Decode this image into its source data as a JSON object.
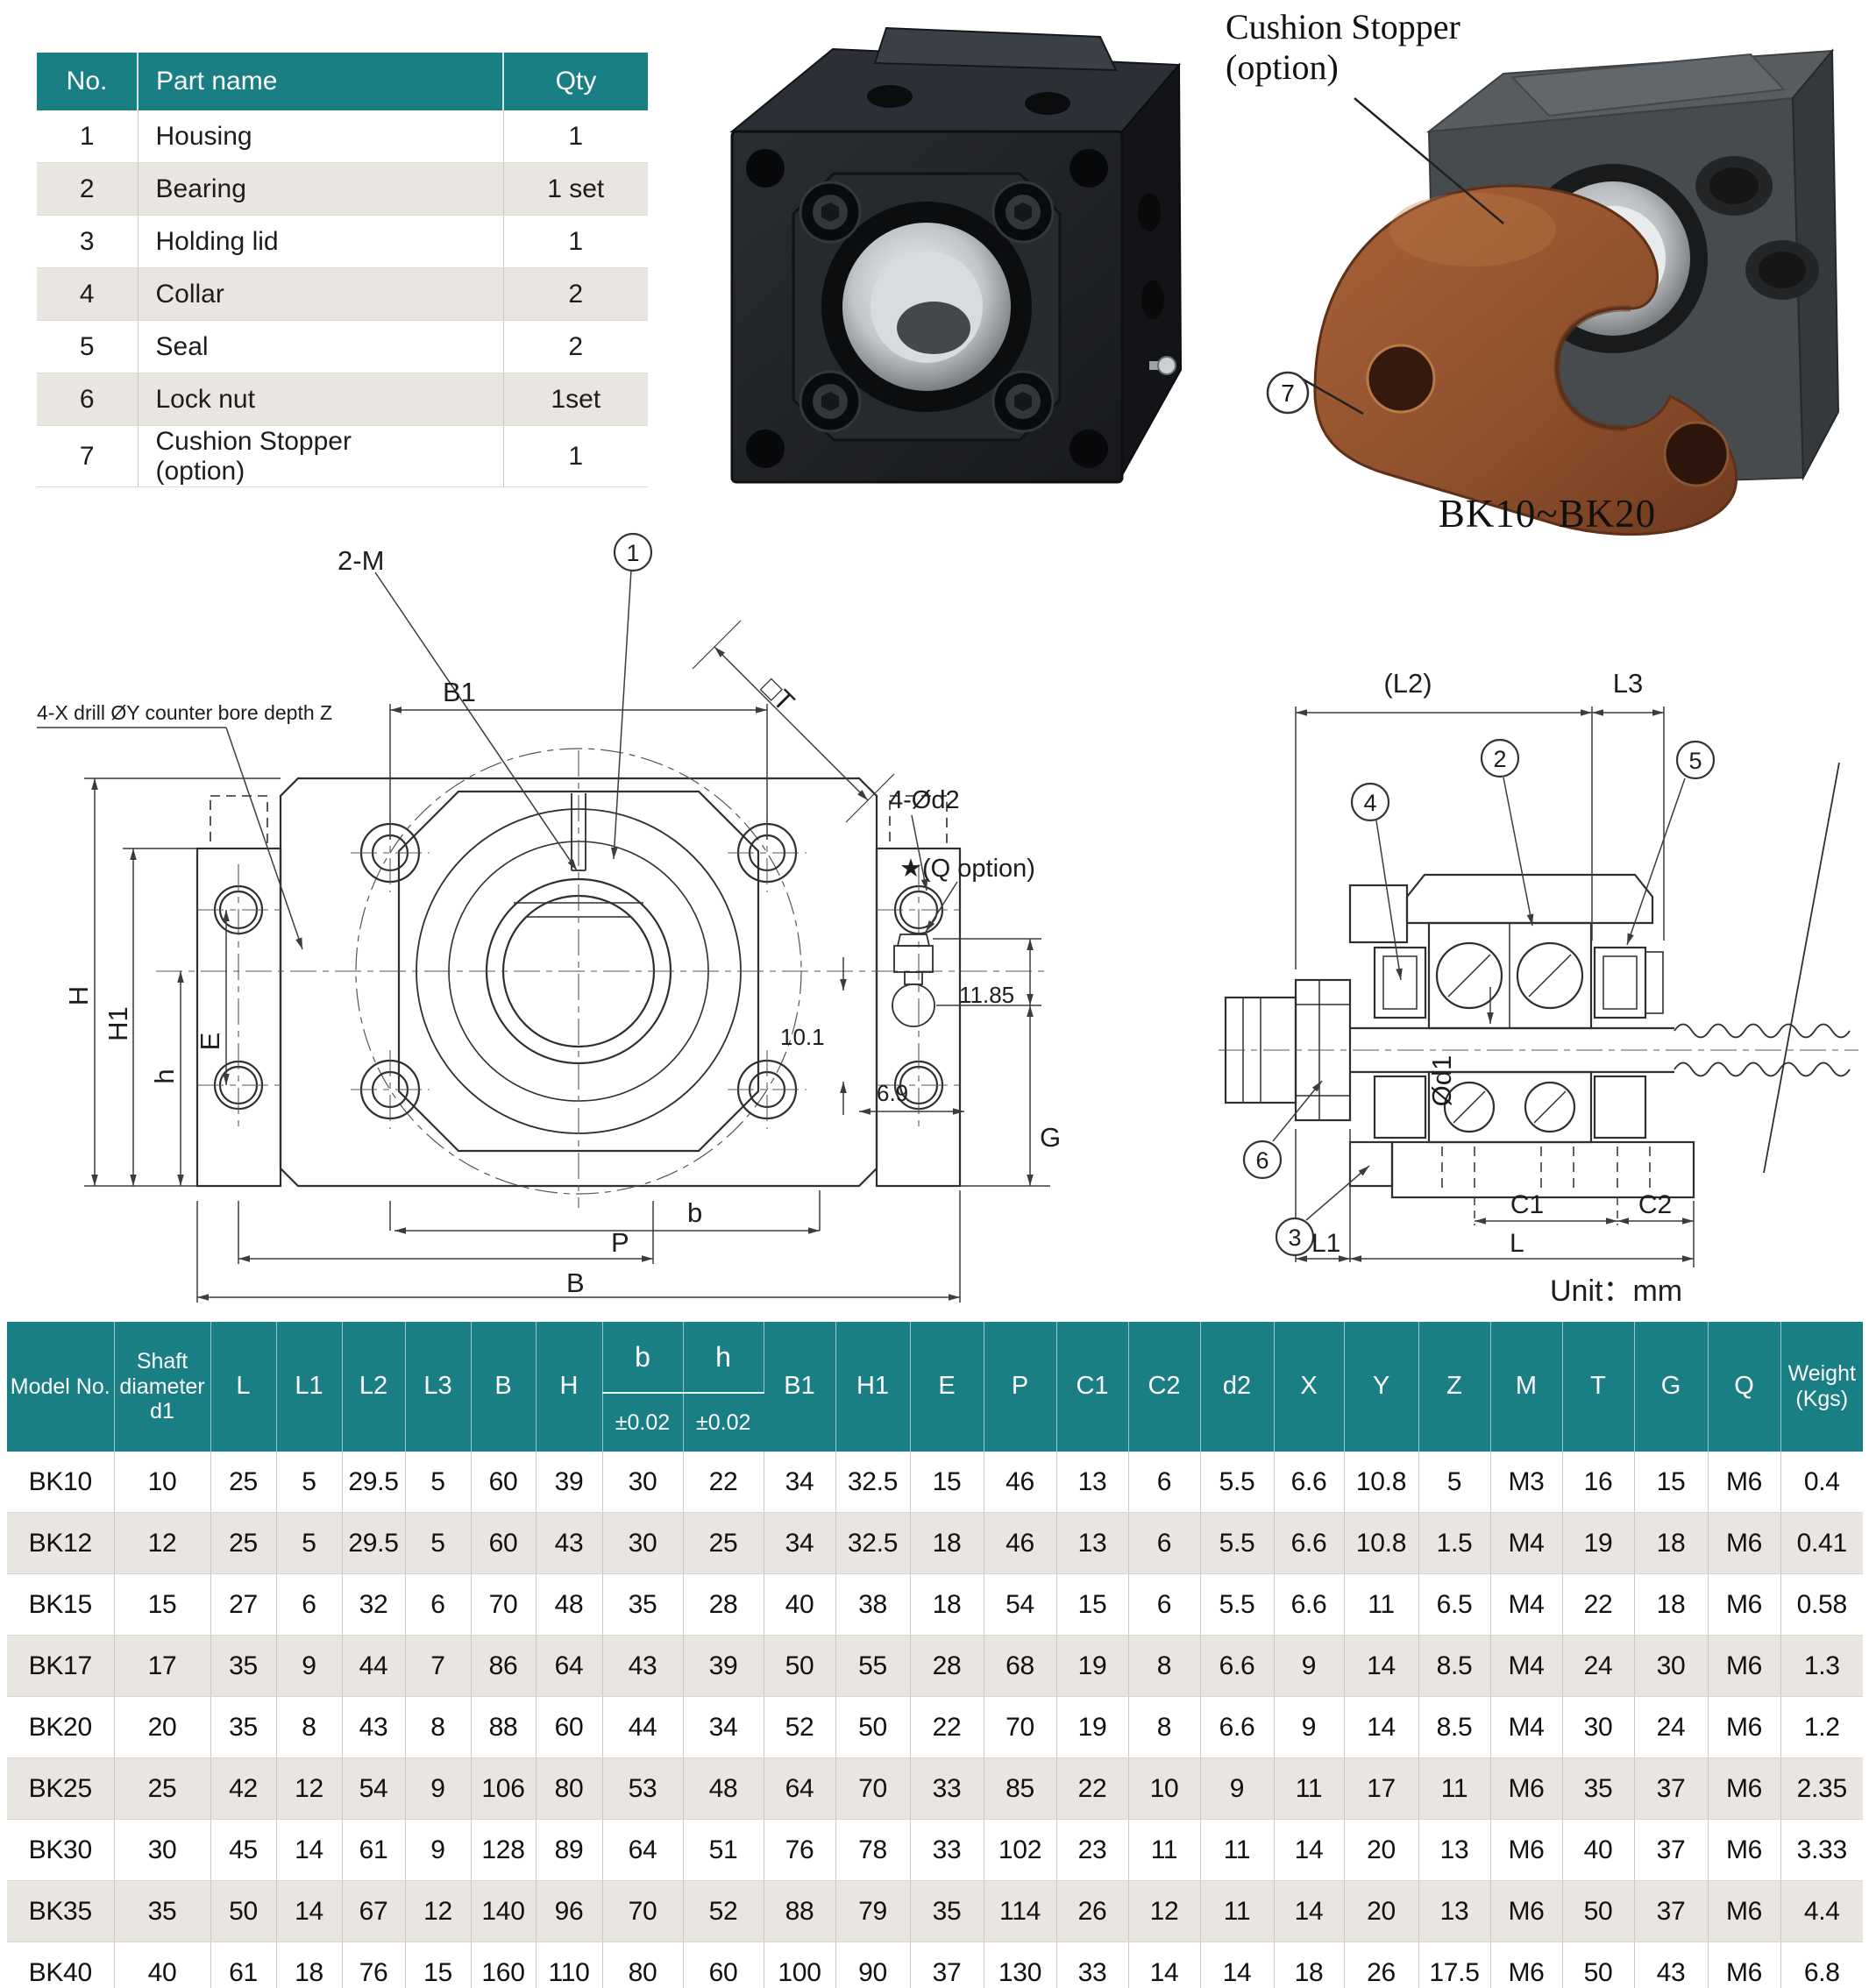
{
  "parts_table": {
    "headers": [
      "No.",
      "Part name",
      "Qty"
    ],
    "rows": [
      [
        "1",
        "Housing",
        "1"
      ],
      [
        "2",
        "Bearing",
        "1 set"
      ],
      [
        "3",
        "Holding lid",
        "1"
      ],
      [
        "4",
        "Collar",
        "2"
      ],
      [
        "5",
        "Seal",
        "2"
      ],
      [
        "6",
        "Lock nut",
        "1set"
      ],
      [
        "7",
        "Cushion Stopper\n(option)",
        "1"
      ]
    ]
  },
  "render": {
    "label_line1": "Cushion Stopper",
    "label_line2": "(option)",
    "callout": "7",
    "caption": "BK10~BK20"
  },
  "front_view": {
    "labels": {
      "two_m": "2-M",
      "callout_1": "1",
      "b1": "B1",
      "square_t": "□T",
      "drill_note": "4-X drill ØY counter bore depth Z",
      "four_d2": "4-Ød2",
      "q_option": "★(Q option)",
      "dim_11_85": "11.85",
      "dim_10_1": "10.1",
      "dim_6_9": "6.9",
      "g": "G",
      "h": "H",
      "h1": "H1",
      "h_lower": "h",
      "e": "E",
      "p": "P",
      "b_lower": "b",
      "b": "B"
    }
  },
  "side_view": {
    "labels": {
      "l2": "(L2)",
      "l3": "L3",
      "callout_2": "2",
      "callout_4": "4",
      "callout_5": "5",
      "callout_6": "6",
      "callout_3": "3",
      "d1": "Ød1",
      "c1": "C1",
      "c2": "C2",
      "l1": "L1",
      "l": "L"
    },
    "unit_note": "Unit：mm"
  },
  "spec_table": {
    "col_model": "Model No.",
    "col_shaft": [
      "Shaft",
      "diameter",
      "d1"
    ],
    "cols_before": [
      "L",
      "L1",
      "L2",
      "L3",
      "B",
      "H"
    ],
    "col_b": "b",
    "col_h": "h",
    "tolerance": "±0.02",
    "cols_after": [
      "B1",
      "H1",
      "E",
      "P",
      "C1",
      "C2",
      "d2",
      "X",
      "Y",
      "Z",
      "M",
      "T",
      "G",
      "Q"
    ],
    "col_weight": [
      "Weight",
      "(Kgs)"
    ],
    "rows": [
      {
        "model": "BK10",
        "values": [
          "10",
          "25",
          "5",
          "29.5",
          "5",
          "60",
          "39",
          "30",
          "22",
          "34",
          "32.5",
          "15",
          "46",
          "13",
          "6",
          "5.5",
          "6.6",
          "10.8",
          "5",
          "M3",
          "16",
          "15",
          "M6",
          "0.4"
        ]
      },
      {
        "model": "BK12",
        "values": [
          "12",
          "25",
          "5",
          "29.5",
          "5",
          "60",
          "43",
          "30",
          "25",
          "34",
          "32.5",
          "18",
          "46",
          "13",
          "6",
          "5.5",
          "6.6",
          "10.8",
          "1.5",
          "M4",
          "19",
          "18",
          "M6",
          "0.41"
        ]
      },
      {
        "model": "BK15",
        "values": [
          "15",
          "27",
          "6",
          "32",
          "6",
          "70",
          "48",
          "35",
          "28",
          "40",
          "38",
          "18",
          "54",
          "15",
          "6",
          "5.5",
          "6.6",
          "11",
          "6.5",
          "M4",
          "22",
          "18",
          "M6",
          "0.58"
        ]
      },
      {
        "model": "BK17",
        "values": [
          "17",
          "35",
          "9",
          "44",
          "7",
          "86",
          "64",
          "43",
          "39",
          "50",
          "55",
          "28",
          "68",
          "19",
          "8",
          "6.6",
          "9",
          "14",
          "8.5",
          "M4",
          "24",
          "30",
          "M6",
          "1.3"
        ]
      },
      {
        "model": "BK20",
        "values": [
          "20",
          "35",
          "8",
          "43",
          "8",
          "88",
          "60",
          "44",
          "34",
          "52",
          "50",
          "22",
          "70",
          "19",
          "8",
          "6.6",
          "9",
          "14",
          "8.5",
          "M4",
          "30",
          "24",
          "M6",
          "1.2"
        ]
      },
      {
        "model": "BK25",
        "values": [
          "25",
          "42",
          "12",
          "54",
          "9",
          "106",
          "80",
          "53",
          "48",
          "64",
          "70",
          "33",
          "85",
          "22",
          "10",
          "9",
          "11",
          "17",
          "11",
          "M6",
          "35",
          "37",
          "M6",
          "2.35"
        ]
      },
      {
        "model": "BK30",
        "values": [
          "30",
          "45",
          "14",
          "61",
          "9",
          "128",
          "89",
          "64",
          "51",
          "76",
          "78",
          "33",
          "102",
          "23",
          "11",
          "11",
          "14",
          "20",
          "13",
          "M6",
          "40",
          "37",
          "M6",
          "3.33"
        ]
      },
      {
        "model": "BK35",
        "values": [
          "35",
          "50",
          "14",
          "67",
          "12",
          "140",
          "96",
          "70",
          "52",
          "88",
          "79",
          "35",
          "114",
          "26",
          "12",
          "11",
          "14",
          "20",
          "13",
          "M6",
          "50",
          "37",
          "M6",
          "4.4"
        ]
      },
      {
        "model": "BK40",
        "values": [
          "40",
          "61",
          "18",
          "76",
          "15",
          "160",
          "110",
          "80",
          "60",
          "100",
          "90",
          "37",
          "130",
          "33",
          "14",
          "14",
          "18",
          "26",
          "17.5",
          "M6",
          "50",
          "43",
          "M6",
          "6.8"
        ]
      }
    ]
  }
}
